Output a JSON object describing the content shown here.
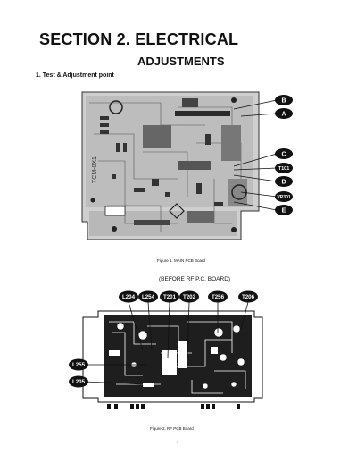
{
  "title": "SECTION 2. ELECTRICAL",
  "subtitle": "ADJUSTMENTS",
  "heading": "1. Test & Adjustment point",
  "figure1": {
    "caption": "Figure 1. MAIN PCB Board",
    "board_marking": "TCM-0X1",
    "callouts": [
      "B",
      "A",
      "C",
      "T101",
      "D",
      "VR301",
      "E"
    ]
  },
  "figure2": {
    "heading": "(BEFORE RF P.C. BOARD)",
    "caption": "Figure 2. RF PCB Board",
    "top_callouts": [
      "L204",
      "L254",
      "T201",
      "T202",
      "T256",
      "T206"
    ],
    "left_callouts": [
      "L255",
      "L205"
    ]
  },
  "page_number": "1"
}
